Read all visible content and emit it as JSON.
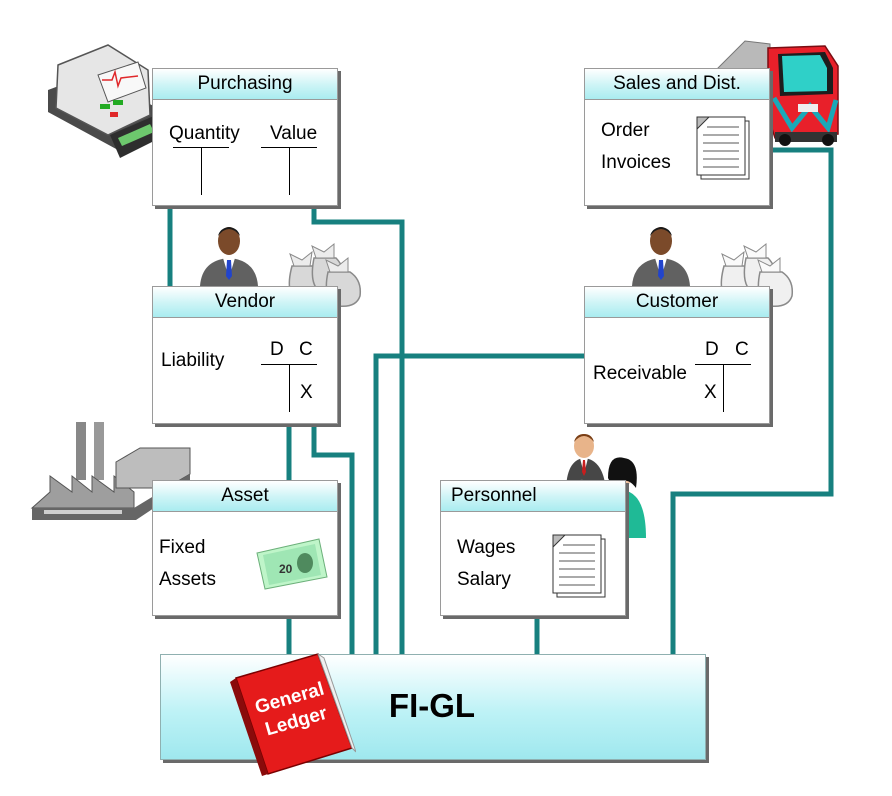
{
  "colors": {
    "connector": "#17807f",
    "header_accent": "#a9ecf0",
    "ledger_red": "#e51b1b"
  },
  "purchasing": {
    "title": "Purchasing",
    "quantity": "Quantity",
    "value": "Value"
  },
  "sales": {
    "title": "Sales and Dist.",
    "order": "Order",
    "invoices": "Invoices"
  },
  "vendor": {
    "title": "Vendor",
    "liability": "Liability",
    "debit": "D",
    "credit": "C",
    "entry": "X"
  },
  "customer": {
    "title": "Customer",
    "receivable": "Receivable",
    "debit": "D",
    "credit": "C",
    "entry": "X"
  },
  "asset": {
    "title": "Asset",
    "fixed": "Fixed",
    "assets": "Assets"
  },
  "personnel": {
    "title": "Personnel",
    "wages": "Wages",
    "salary": "Salary"
  },
  "gl": {
    "label": "FI-GL",
    "book_line1": "General",
    "book_line2": "Ledger"
  },
  "icons": [
    "cash-register-icon",
    "truck-icon",
    "person-icon",
    "money-bags-icon",
    "factory-icon",
    "banknote-icon",
    "document-icon",
    "business-people-icon",
    "ledger-book-icon"
  ]
}
